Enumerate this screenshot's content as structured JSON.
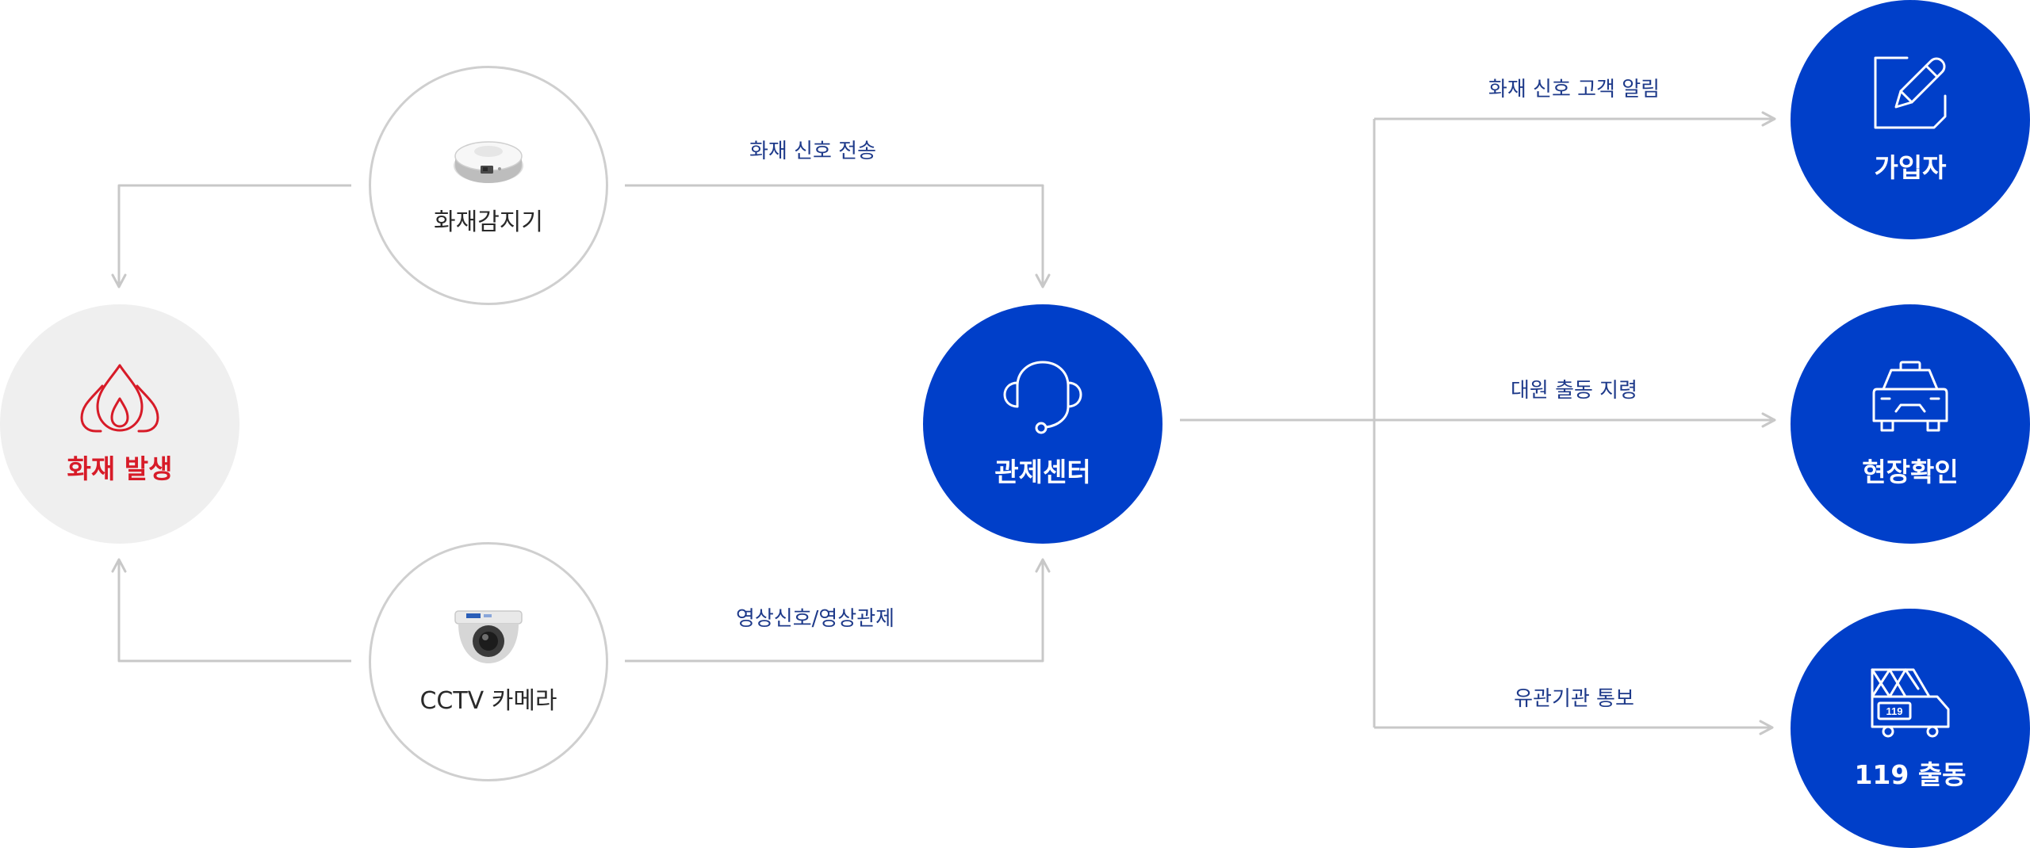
{
  "colors": {
    "brand_blue": "#003fc9",
    "fire_red": "#d71b28",
    "connector_gray": "#c8c8c8",
    "label_navy": "#1e3a8a"
  },
  "nodes": {
    "fire": {
      "label": "화재 발생",
      "icon": "flame-icon"
    },
    "detector": {
      "label": "화재감지기",
      "icon": "smoke-detector-icon"
    },
    "cctv": {
      "label": "CCTV 카메라",
      "icon": "cctv-camera-icon"
    },
    "center": {
      "label": "관제센터",
      "icon": "headset-icon"
    },
    "subscriber": {
      "label": "가입자",
      "icon": "edit-icon"
    },
    "site_check": {
      "label": "현장확인",
      "icon": "patrol-car-icon"
    },
    "dispatch_119": {
      "label": "119 출동",
      "icon": "fire-truck-icon",
      "truck_badge": "119"
    }
  },
  "edges": {
    "fire_signal_transmit": "화재 신호 전송",
    "video_signal": "영상신호/영상관제",
    "customer_alert": "화재 신호 고객 알림",
    "dispatch_order": "대원 출동 지령",
    "agency_notice": "유관기관 통보"
  }
}
